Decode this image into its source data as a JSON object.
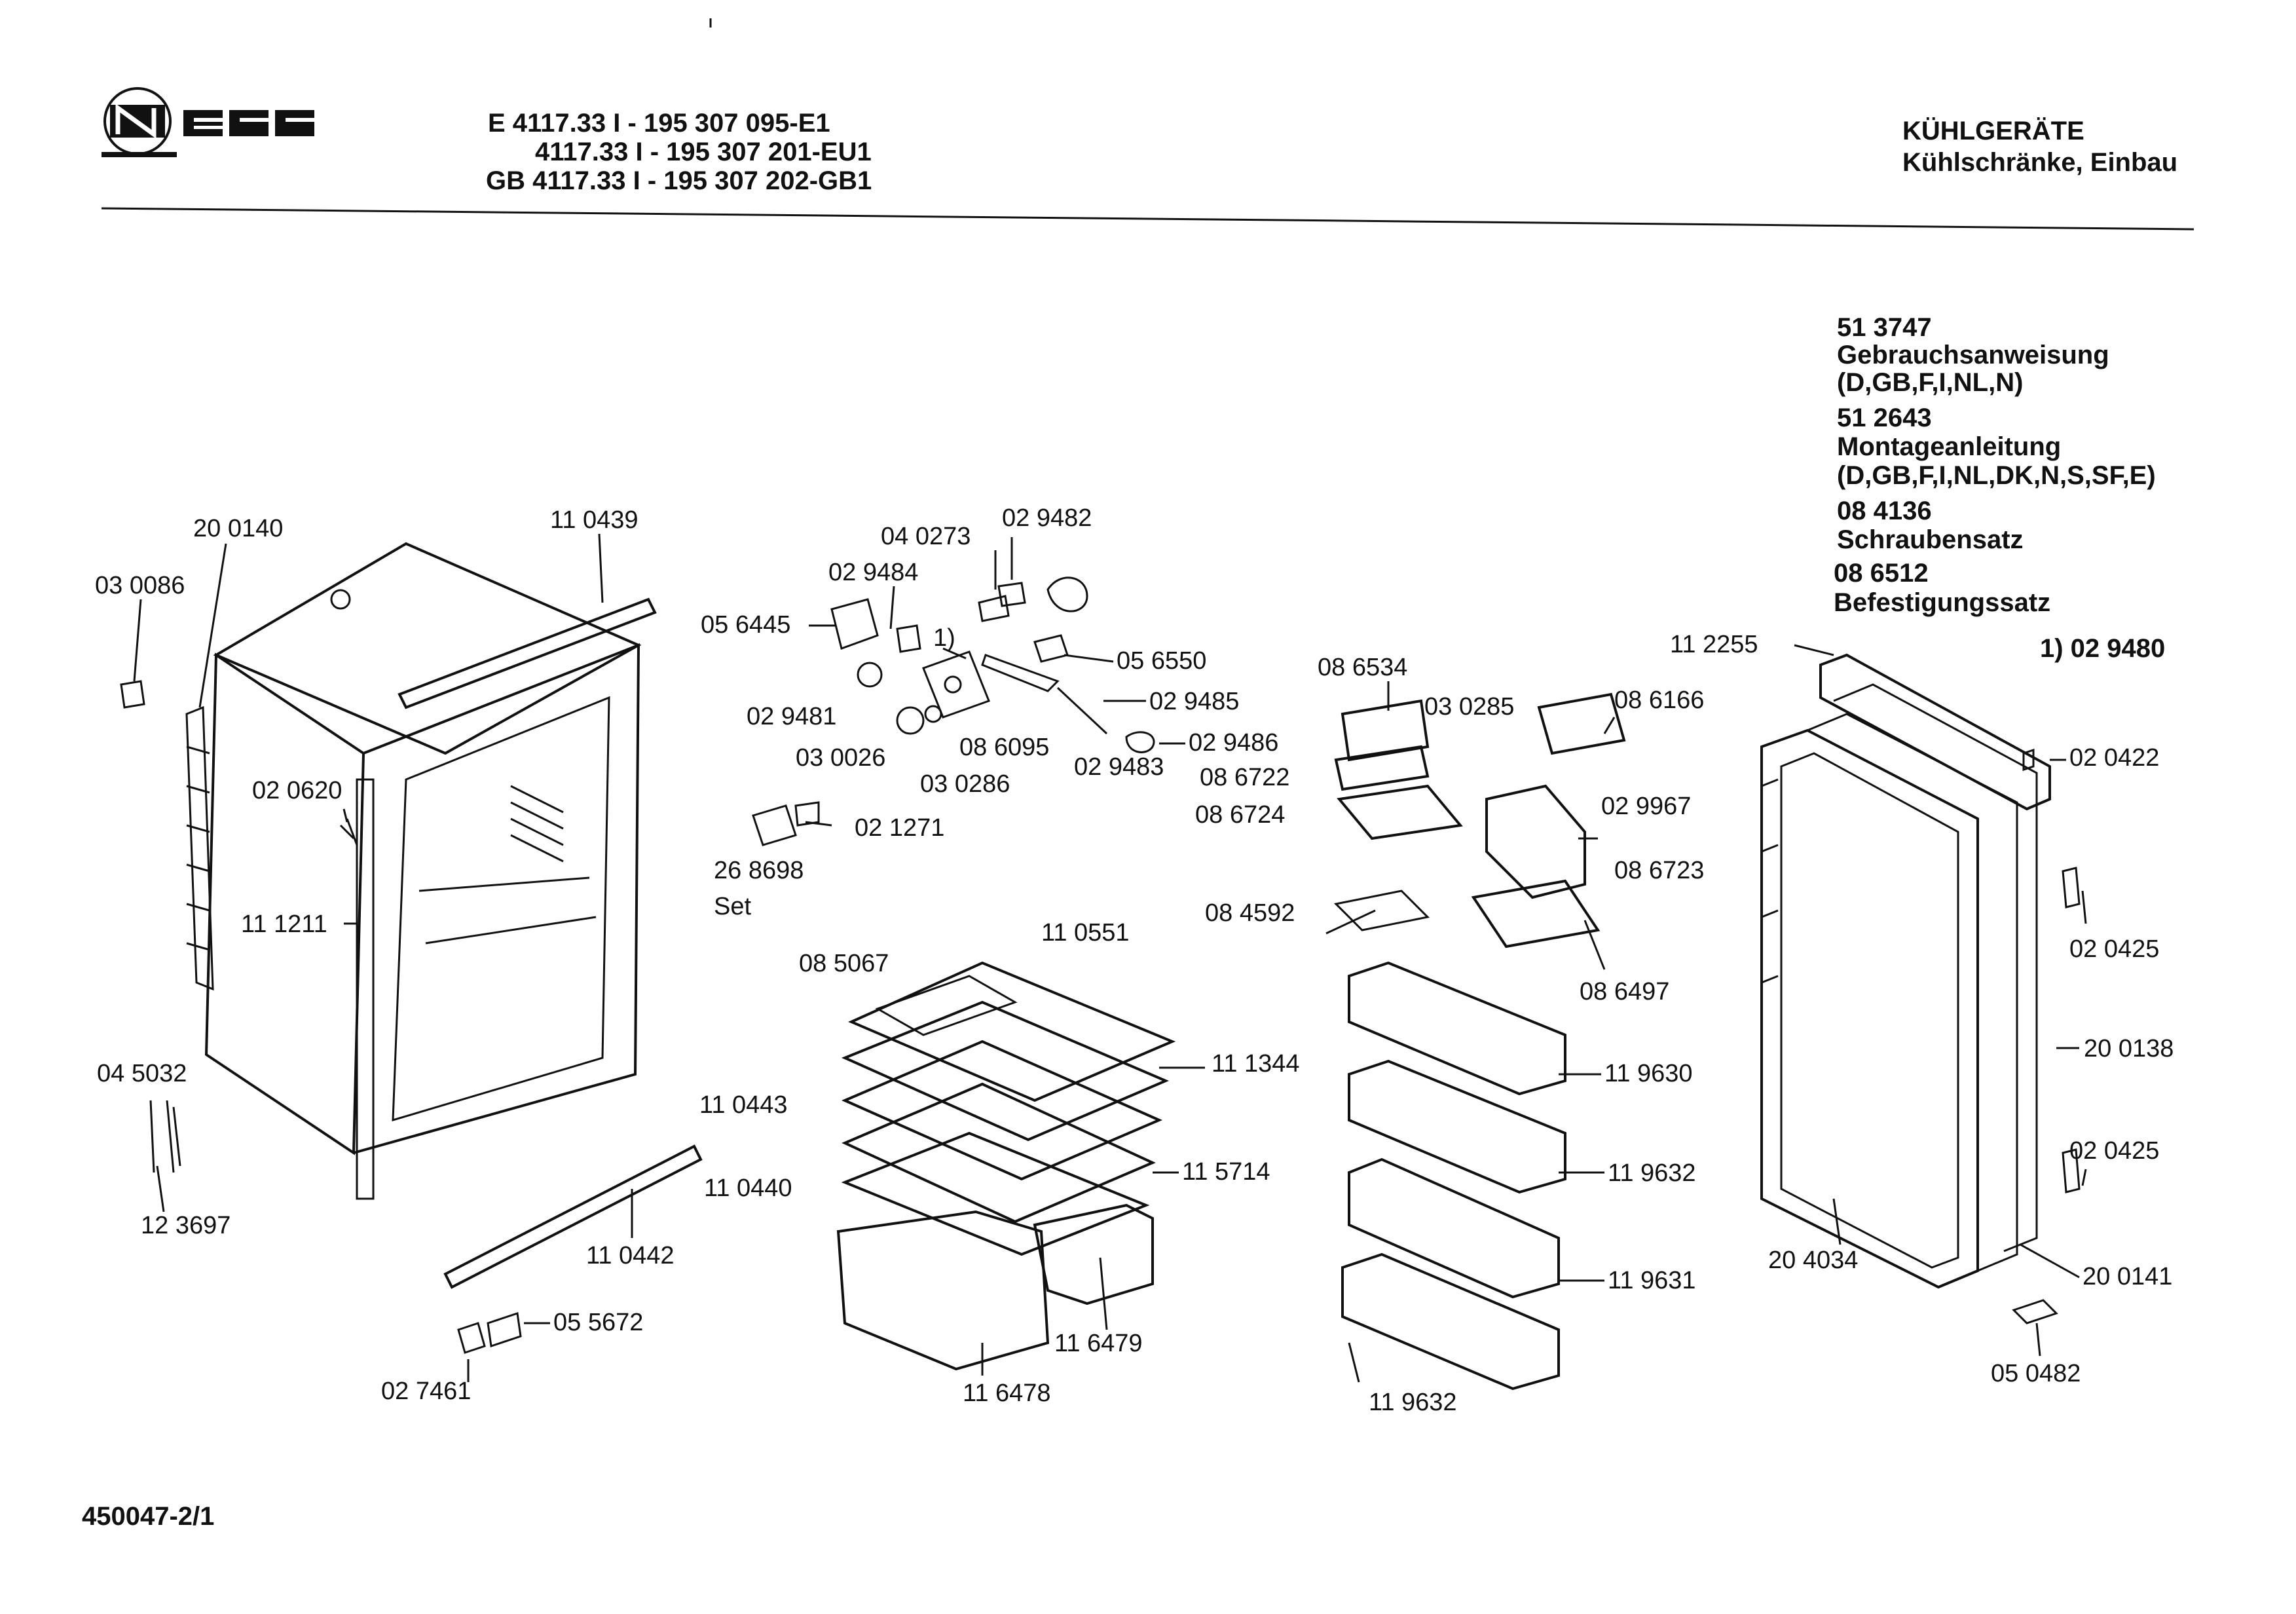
{
  "header": {
    "brand": "NEFF",
    "model_lines": [
      "E   4117.33 I - 195 307 095-E1",
      "4117.33 I - 195 307 201-EU1",
      "GB 4117.33 I - 195 307 202-GB1"
    ],
    "category": "KÜHLGERÄTE",
    "subcategory": "Kühlschränke, Einbau"
  },
  "accessories": [
    {
      "number": "51 3747",
      "desc": "Gebrauchsanweisung",
      "langs": "(D,GB,F,I,NL,N)"
    },
    {
      "number": "51 2643",
      "desc": "Montageanleitung",
      "langs": "(D,GB,F,I,NL,DK,N,S,SF,E)"
    },
    {
      "number": "08 4136",
      "desc": "Schraubensatz"
    },
    {
      "number": "08 6512",
      "desc": "Befestigungssatz"
    }
  ],
  "footnote": "1)  02 9480",
  "doc_number": "450047-2/1",
  "part_labels": {
    "p200140": "20 0140",
    "p030086": "03 0086",
    "p110439": "11 0439",
    "p020620": "02 0620",
    "p111211": "11 1211",
    "p045032": "04 5032",
    "p123697": "12 3697",
    "p110442": "11 0442",
    "p055672": "05 5672",
    "p027461": "02 7461",
    "p040273": "04 0273",
    "p029482": "02 9482",
    "p029484": "02 9484",
    "p056445": "05 6445",
    "p056550": "05 6550",
    "p029481": "02 9481",
    "p029485": "02 9485",
    "p029486": "02 9486",
    "p030026": "03 0026",
    "p086095": "08 6095",
    "p029483": "02 9483",
    "p030286": "03 0286",
    "p021271": "02 1271",
    "p268698": "26 8698",
    "set": "Set",
    "fn1": "1)",
    "p085067": "08 5067",
    "p110551": "11 0551",
    "p111344": "11 1344",
    "p110443": "11 0443",
    "p110440": "11 0440",
    "p115714": "11 5714",
    "p116479": "11 6479",
    "p116478": "11 6478",
    "p086534": "08 6534",
    "p030285": "03 0285",
    "p086166": "08 6166",
    "p086722": "08 6722",
    "p086724": "08 6724",
    "p029967": "02 9967",
    "p086723": "08 6723",
    "p084592": "08 4592",
    "p086497": "08 6497",
    "p119630": "11 9630",
    "p119632a": "11 9632",
    "p119631": "11 9631",
    "p119632b": "11 9632",
    "p112255": "11 2255",
    "p020422": "02 0422",
    "p020425a": "02 0425",
    "p200138": "20 0138",
    "p020425b": "02 0425",
    "p204034": "20 4034",
    "p200141": "20 0141",
    "p050482": "05 0482"
  }
}
